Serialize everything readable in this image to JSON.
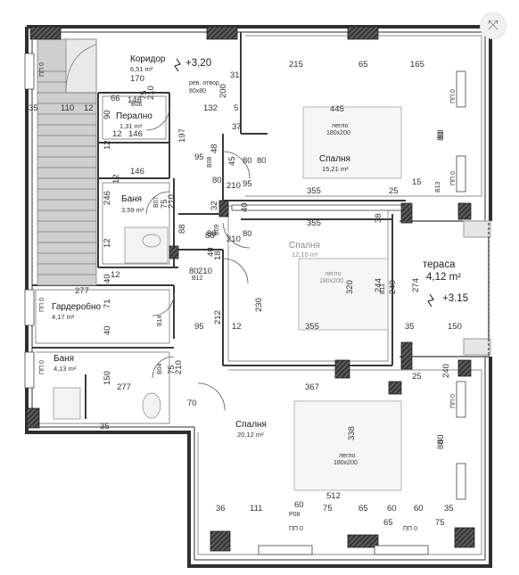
{
  "controls": {
    "expand_icon_glyph": "⤧"
  },
  "rooms": [
    {
      "key": "corridor",
      "name": "Коридор",
      "area": "6,51 m²",
      "level": "+3,20"
    },
    {
      "key": "laundry",
      "name": "Перално",
      "area": "1,31 m²"
    },
    {
      "key": "bath1",
      "name": "Баня",
      "area": "3,59 m²"
    },
    {
      "key": "bed1",
      "name": "Спалня",
      "area": "15,21 m²"
    },
    {
      "key": "bed2",
      "name": "Спалня",
      "area": "12,10 m²"
    },
    {
      "key": "wardrobe",
      "name": "Гардеробно",
      "area": "4,17 m²"
    },
    {
      "key": "bath2",
      "name": "Баня",
      "area": "4,13 m²"
    },
    {
      "key": "bed3",
      "name": "Спалня",
      "area": "20,12 m²"
    },
    {
      "key": "terrace",
      "name": "тераса",
      "area": "4,12 m²",
      "level": "+3.15"
    }
  ],
  "furniture": {
    "bed_label": "легло",
    "bed_size": "180x200",
    "opening_note": "рев. отвор",
    "opening_size": "80x80"
  },
  "door_tags": [
    "B06",
    "B07",
    "B08",
    "B09",
    "B11",
    "B12",
    "B13",
    "B14",
    "B04",
    "P08"
  ],
  "window_tags": [
    "ПП 0",
    "ПП 0",
    "ПП 0",
    "ПП 0",
    "ПП 0",
    "ПП 0",
    "ПП 0",
    "ПП 0"
  ],
  "dimensions": [
    "170",
    "66",
    "146",
    "75",
    "210",
    "35",
    "110",
    "12",
    "90",
    "12",
    "146",
    "197",
    "12",
    "146",
    "246",
    "12",
    "75",
    "210",
    "88",
    "12",
    "277",
    "40",
    "71",
    "40",
    "150",
    "277",
    "12",
    "75",
    "210",
    "95",
    "88",
    "95",
    "212",
    "18",
    "70",
    "35",
    "200",
    "31",
    "132",
    "5",
    "37",
    "45",
    "48",
    "95",
    "80",
    "210",
    "80",
    "80",
    "210",
    "80",
    "32",
    "40",
    "80",
    "210",
    "40",
    "230",
    "12",
    "215",
    "65",
    "165",
    "445",
    "80",
    "355",
    "25",
    "15",
    "80",
    "80",
    "355",
    "38",
    "320",
    "244",
    "274",
    "240",
    "240",
    "355",
    "35",
    "150",
    "367",
    "338",
    "80",
    "80",
    "512",
    "36",
    "111",
    "60",
    "75",
    "65",
    "60",
    "60",
    "35",
    "25",
    "65",
    "75"
  ]
}
